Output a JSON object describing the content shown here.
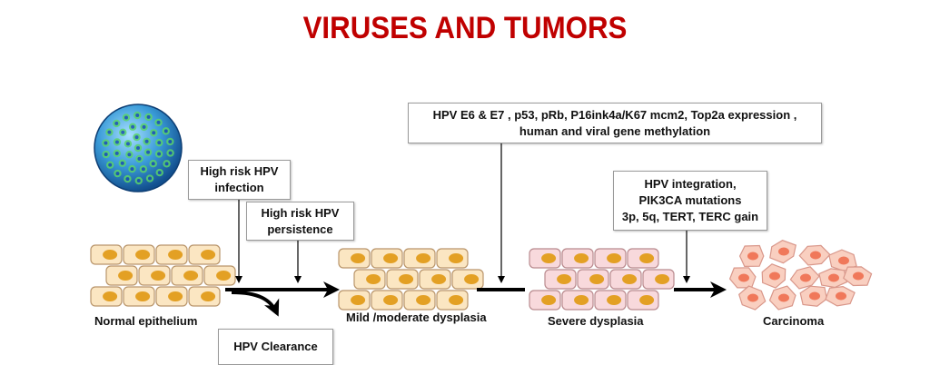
{
  "title": "VIRUSES AND TUMORS",
  "boxes": {
    "infection": "High risk HPV\ninfection",
    "persistence": "High risk HPV\npersistence",
    "expression": "HPV E6 & E7 , p53, pRb, P16ink4a/K67 mcm2, Top2a expression ,\nhuman and viral gene methylation",
    "integration": "HPV integration,\nPIK3CA mutations\n3p, 5q, TERT, TERC gain",
    "clearance": "HPV Clearance"
  },
  "stages": {
    "normal": "Normal epithelium",
    "mild": "Mild /moderate dysplasia",
    "severe": "Severe dysplasia",
    "carcinoma": "Carcinoma"
  },
  "colors": {
    "title": "#c00000",
    "normal_cell": "#fbe6c2",
    "nucleus": "#e3a024",
    "severe_cell": "#f8d9dc",
    "carcinoma_cell": "#f9cfc0",
    "carcinoma_nucleus": "#f0785a",
    "virus": "#2a7fd4"
  }
}
